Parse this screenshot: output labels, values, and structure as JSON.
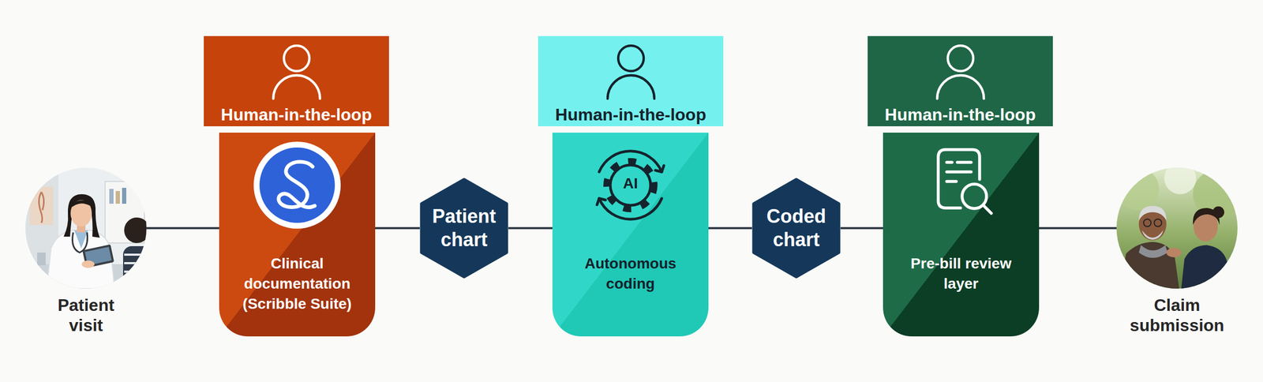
{
  "diagram": {
    "nodes": [
      {
        "text": [
          "Patient visit"
        ]
      },
      {
        "text": [
          "Human-in-the-loop"
        ]
      },
      {
        "text": [
          "Clinical documentation (Scribble Suite)"
        ]
      },
      {
        "text": [
          "Patient chart"
        ]
      },
      {
        "text": [
          "Human-in-the-loop"
        ]
      },
      {
        "text": [
          "Autonomous coding"
        ]
      },
      {
        "text": [
          "Coded chart"
        ]
      },
      {
        "text": [
          "Human-in-the-loop"
        ]
      },
      {
        "text": [
          "Pre-bill review layer"
        ]
      },
      {
        "text": [
          "Claim submission"
        ]
      }
    ],
    "edges": [
      {
        "from": 0,
        "to": 2,
        "arrow": "none"
      },
      {
        "from": 2,
        "to": 3,
        "arrow": "none"
      },
      {
        "from": 3,
        "to": 5,
        "arrow": "none"
      },
      {
        "from": 5,
        "to": 6,
        "arrow": "none"
      },
      {
        "from": 6,
        "to": 8,
        "arrow": "none"
      },
      {
        "from": 8,
        "to": 9,
        "arrow": "none"
      }
    ],
    "labels": [
      "AI"
    ]
  }
}
